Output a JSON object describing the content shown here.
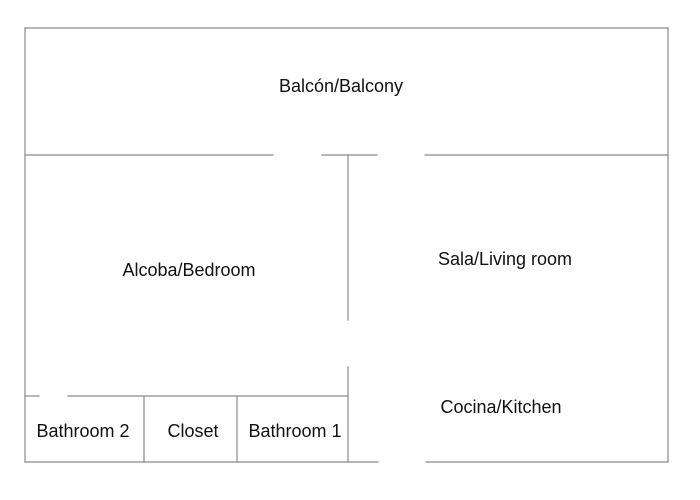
{
  "floorplan": {
    "rooms": {
      "balcony": "Balcón/Balcony",
      "bedroom": "Alcoba/Bedroom",
      "living_room": "Sala/Living room",
      "kitchen": "Cocina/Kitchen",
      "bathroom_2": "Bathroom 2",
      "closet": "Closet",
      "bathroom_1": "Bathroom 1"
    },
    "colors": {
      "wall": "#8a8a8a",
      "text": "#111111",
      "background": "#ffffff"
    }
  }
}
